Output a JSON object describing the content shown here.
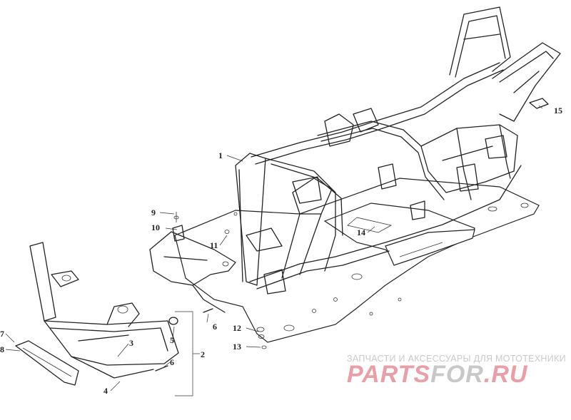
{
  "callouts": [
    {
      "id": "1",
      "label": "1"
    },
    {
      "id": "2",
      "label": "2"
    },
    {
      "id": "3",
      "label": "3"
    },
    {
      "id": "4",
      "label": "4"
    },
    {
      "id": "5",
      "label": "5"
    },
    {
      "id": "6a",
      "label": "6"
    },
    {
      "id": "6b",
      "label": "6"
    },
    {
      "id": "7",
      "label": "7"
    },
    {
      "id": "8",
      "label": "8"
    },
    {
      "id": "9",
      "label": "9"
    },
    {
      "id": "10",
      "label": "10"
    },
    {
      "id": "11",
      "label": "11"
    },
    {
      "id": "12",
      "label": "12"
    },
    {
      "id": "13",
      "label": "13"
    },
    {
      "id": "14",
      "label": "14"
    },
    {
      "id": "15",
      "label": "15"
    }
  ],
  "watermark": {
    "tagline": "ЗАПЧАСТИ И АКСЕССУАРЫ ДЛЯ МОТОТЕХНИКИ",
    "logo_part1": "PARTS",
    "logo_part2": "FOR",
    "logo_part3": ".RU",
    "color_primary": "#e8a0a8",
    "color_secondary": "#c8c8c8"
  }
}
